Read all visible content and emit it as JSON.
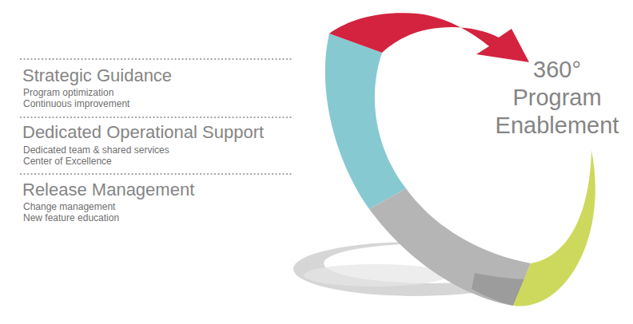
{
  "diagram": {
    "labels": [
      "Strategic Guidance",
      "Program optimization",
      "Continuous improvement",
      "Dedicated Operational Support",
      "Dedicated team & shared services",
      "Center of Excellence",
      "Release Management",
      "Change management",
      "New feature education",
      "360° Program Enablement"
    ]
  }
}
